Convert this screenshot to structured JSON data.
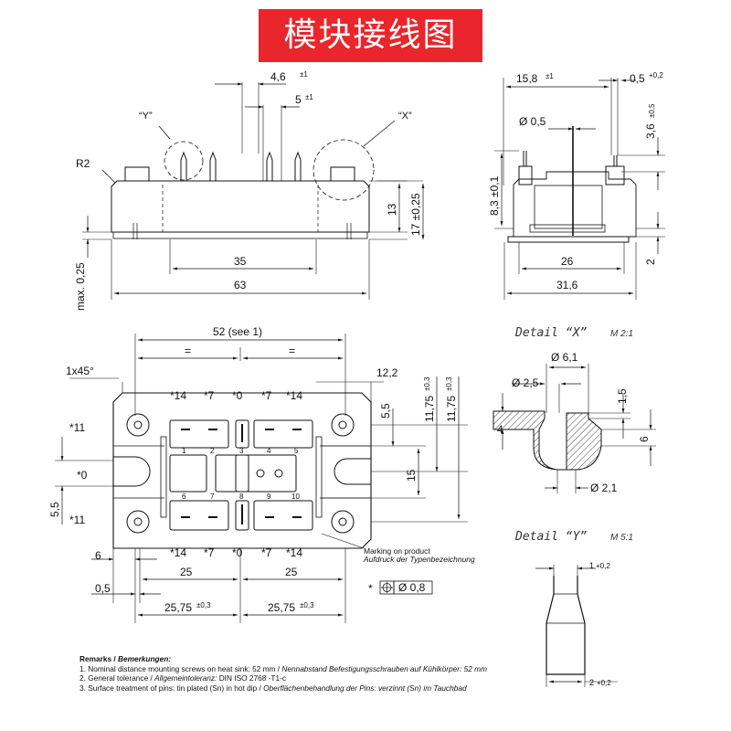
{
  "title": "模块接线图",
  "views": {
    "front": {
      "label_y_ref": "“Y”",
      "label_x_ref": "“X”",
      "r2": "R2",
      "d_4_6": "4,6",
      "d_4_6_tol": "±1",
      "d_5": "5",
      "d_5_tol": "±1",
      "d_13": "13",
      "d_17": "17 ±0,25",
      "d_35": "35",
      "d_63": "63",
      "d_max": "max. 0,25"
    },
    "side": {
      "d_15_8": "15,8",
      "d_15_8_tol": "±1",
      "d_0_5": "0,5",
      "d_0_5_tol": "+0,2",
      "d_3_6": "3,6",
      "d_3_6_tol": "±0,5",
      "d_dia": "Ø 0,5",
      "d_8_3": "8,3 ±0,1",
      "d_26": "26",
      "d_31_6": "31,6",
      "d_2": "2"
    },
    "top": {
      "d_52": "52 (see 1)",
      "eq_left": "=",
      "eq_right": "=",
      "d_1x45": "1x45°",
      "d_12_2": "12,2",
      "d_11_75a": "11,75",
      "d_11_75a_tol": "±0,3",
      "d_11_75b": "11,75",
      "d_11_75b_tol": "±0,3",
      "d_5_5_right": "5,5",
      "d_15": "15",
      "d_5_5_left": "5,5",
      "d_6": "6",
      "d_0_5": "0,5",
      "d_25a": "25",
      "d_25b": "25",
      "d_25_75a": "25,75",
      "d_25_75a_tol": "±0,3",
      "d_25_75b": "25,75",
      "d_25_75b_tol": "±0,3",
      "pin_top": [
        "*14",
        "*7",
        "*0",
        "*7",
        "*14"
      ],
      "pin_bottom": [
        "*14",
        "*7",
        "*0",
        "*7",
        "*14"
      ],
      "pin_left_top": "*11",
      "pin_left_mid": "*0",
      "pin_left_bot": "*11",
      "terminal_numbers": [
        "1",
        "2",
        "3",
        "4",
        "5",
        "6",
        "7",
        "8",
        "9",
        "10"
      ],
      "marking_en": "Marking on product",
      "marking_de": "Aufdruck der Typenbezeichnung",
      "tolerance_star": "*",
      "tolerance_value": "Ø 0,8"
    },
    "detail_x": {
      "title": "Detail “X”",
      "scale": "M 2:1",
      "d_6_1": "Ø 6,1",
      "d_2_5": "Ø 2,5",
      "d_1_5": "1,5",
      "d_4": "4",
      "d_6": "6",
      "d_2_1": "Ø 2,1"
    },
    "detail_y": {
      "title": "Detail “Y”",
      "scale": "M 5:1",
      "d_1": "1",
      "d_1_tol": "+0,2",
      "d_2": "2",
      "d_2_tol": "+0,2"
    }
  },
  "remarks": {
    "heading": "Remarks /",
    "heading_de": "Bemerkungen:",
    "lines": [
      {
        "en": "1. Nominal distance mounting screws on heat sink: 52 mm /",
        "de": "Nennabstand Befestigungsschrauben auf Kühlkörper: 52 mm"
      },
      {
        "en": "2. General tolerance /",
        "de": "Allgemeintoleranz:",
        "tail": "DIN ISO 2768 -T1-c"
      },
      {
        "en": "3. Surface treatment of pins: tin plated (Sn) in hot dip /",
        "de": "Oberflächenbehandlung der Pins: verzinnt (Sn) im  Tauchbad"
      }
    ]
  },
  "colors": {
    "banner": "#e8262c",
    "banner_text": "#ffffff",
    "line": "#111111"
  }
}
